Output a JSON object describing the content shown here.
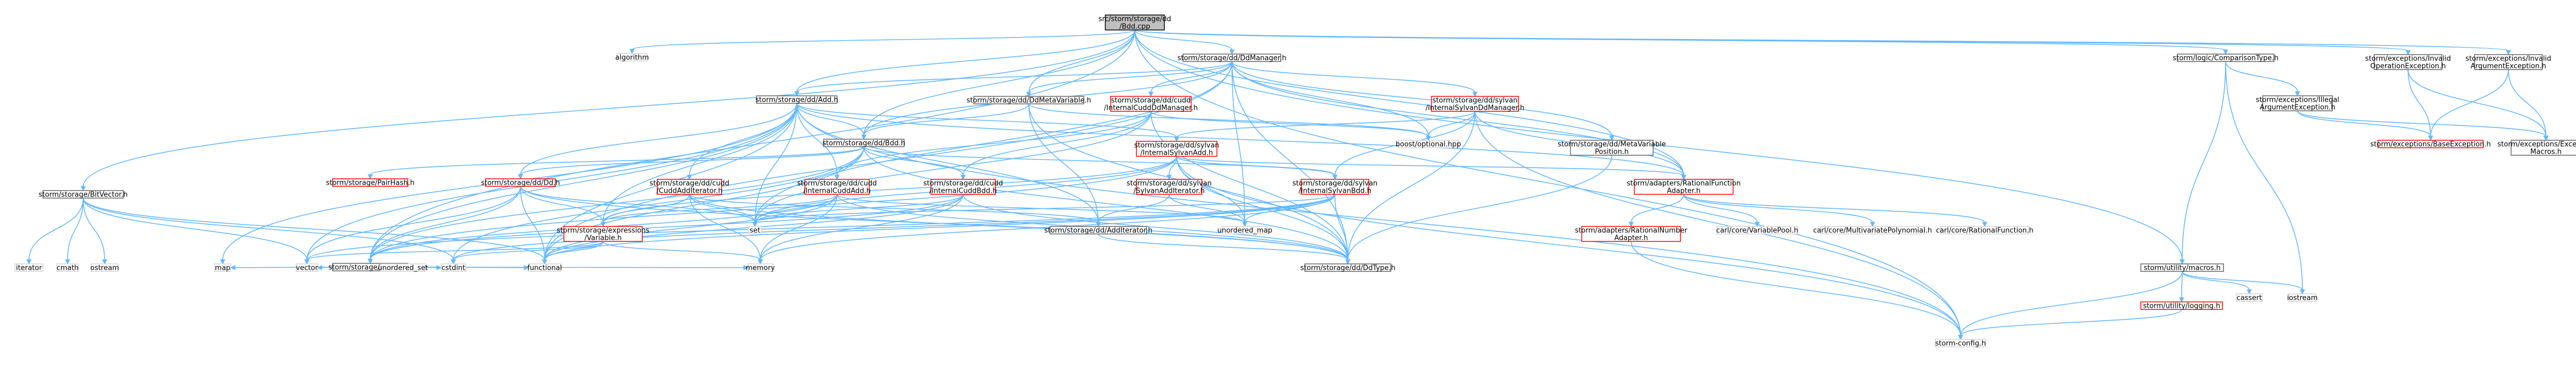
{
  "colors": {
    "edge": "#63b8ff",
    "root_fill": "#bfbfbf",
    "node_stroke": "#666666",
    "red_stroke": "#ff0000",
    "plain_stroke": "#d3d3d3"
  },
  "nodes": [
    {
      "id": "root",
      "kind": "root",
      "lines": [
        "src/storm/storage/dd",
        "/Bdd.cpp"
      ]
    },
    {
      "id": "algorithm",
      "kind": "plain",
      "lines": [
        "algorithm"
      ]
    },
    {
      "id": "ddmanager",
      "kind": "normal",
      "lines": [
        "storm/storage/dd/DdManager.h"
      ]
    },
    {
      "id": "comparisontype",
      "kind": "normal",
      "lines": [
        "storm/logic/ComparisonType.h"
      ]
    },
    {
      "id": "exc_invalidop",
      "kind": "normal",
      "lines": [
        "storm/exceptions/Invalid",
        "OperationException.h"
      ]
    },
    {
      "id": "exc_invalidarg",
      "kind": "normal",
      "lines": [
        "storm/exceptions/Invalid",
        "ArgumentException.h"
      ]
    },
    {
      "id": "add",
      "kind": "normal",
      "lines": [
        "storm/storage/dd/Add.h"
      ]
    },
    {
      "id": "ddmetavariable",
      "kind": "normal",
      "lines": [
        "storm/storage/dd/DdMetaVariable.h"
      ]
    },
    {
      "id": "internalcuddmanager",
      "kind": "red",
      "lines": [
        "storm/storage/dd/cudd",
        "/InternalCuddDdManager.h"
      ]
    },
    {
      "id": "internalsylvanmanager",
      "kind": "red",
      "lines": [
        "storm/storage/dd/sylvan",
        "/InternalSylvanDdManager.h"
      ]
    },
    {
      "id": "exc_illegalarg",
      "kind": "normal",
      "lines": [
        "storm/exceptions/Illegal",
        "ArgumentException.h"
      ]
    },
    {
      "id": "bitvector",
      "kind": "normal",
      "lines": [
        "storm/storage/BitVector.h"
      ]
    },
    {
      "id": "bdd_h",
      "kind": "normal",
      "lines": [
        "storm/storage/dd/Bdd.h"
      ]
    },
    {
      "id": "internalsylvanadd",
      "kind": "red",
      "lines": [
        "storm/storage/dd/sylvan",
        "/InternalSylvanAdd.h"
      ]
    },
    {
      "id": "boostoptional",
      "kind": "plain",
      "lines": [
        "boost/optional.hpp"
      ]
    },
    {
      "id": "metavariablepos",
      "kind": "normal",
      "lines": [
        "storm/storage/dd/MetaVariable",
        "Position.h"
      ]
    },
    {
      "id": "baseexception",
      "kind": "red",
      "lines": [
        "storm/exceptions/BaseException.h"
      ]
    },
    {
      "id": "exceptionmacros",
      "kind": "normal",
      "lines": [
        "storm/exceptions/Exception",
        "Macros.h"
      ]
    },
    {
      "id": "pairhash",
      "kind": "red",
      "lines": [
        "storm/storage/PairHash.h"
      ]
    },
    {
      "id": "dd_h",
      "kind": "red",
      "lines": [
        "storm/storage/dd/Dd.h"
      ]
    },
    {
      "id": "cuddadditerator",
      "kind": "red",
      "lines": [
        "storm/storage/dd/cudd",
        "/CuddAddIterator.h"
      ]
    },
    {
      "id": "internalcuddadd",
      "kind": "red",
      "lines": [
        "storm/storage/dd/cudd",
        "/InternalCuddAdd.h"
      ]
    },
    {
      "id": "internalcuddbdd",
      "kind": "red",
      "lines": [
        "storm/storage/dd/cudd",
        "/InternalCuddBdd.h"
      ]
    },
    {
      "id": "sylvanadditerator",
      "kind": "red",
      "lines": [
        "storm/storage/dd/sylvan",
        "/SylvanAddIterator.h"
      ]
    },
    {
      "id": "internalsylvanbdd",
      "kind": "red",
      "lines": [
        "storm/storage/dd/sylvan",
        "/InternalSylvanBdd.h"
      ]
    },
    {
      "id": "rationalfunctionadapter",
      "kind": "red",
      "lines": [
        "storm/adapters/RationalFunction",
        "Adapter.h"
      ]
    },
    {
      "id": "expressionvariable",
      "kind": "red",
      "lines": [
        "storm/storage/expressions",
        "/Variable.h"
      ]
    },
    {
      "id": "set",
      "kind": "plain",
      "lines": [
        "set"
      ]
    },
    {
      "id": "additerator",
      "kind": "normal",
      "lines": [
        "storm/storage/dd/AddIterator.h"
      ]
    },
    {
      "id": "unordered_map",
      "kind": "plain",
      "lines": [
        "unordered_map"
      ]
    },
    {
      "id": "rationalnumberadapter",
      "kind": "red",
      "lines": [
        "storm/adapters/RationalNumber",
        "Adapter.h"
      ]
    },
    {
      "id": "variablepool",
      "kind": "plain",
      "lines": [
        "carl/core/VariablePool.h"
      ]
    },
    {
      "id": "multivariatepolynomial",
      "kind": "plain",
      "lines": [
        "carl/core/MultivariatePolynomial.h"
      ]
    },
    {
      "id": "rationalfunction",
      "kind": "plain",
      "lines": [
        "carl/core/RationalFunction.h"
      ]
    },
    {
      "id": "odd",
      "kind": "normal",
      "lines": [
        "storm/storage/dd/Odd.h"
      ]
    },
    {
      "id": "iterator",
      "kind": "plain",
      "lines": [
        "iterator"
      ]
    },
    {
      "id": "cmath",
      "kind": "plain",
      "lines": [
        "cmath"
      ]
    },
    {
      "id": "ostream",
      "kind": "plain",
      "lines": [
        "ostream"
      ]
    },
    {
      "id": "map",
      "kind": "plain",
      "lines": [
        "map"
      ]
    },
    {
      "id": "vector",
      "kind": "plain",
      "lines": [
        "vector"
      ]
    },
    {
      "id": "unordered_set",
      "kind": "plain",
      "lines": [
        "unordered_set"
      ]
    },
    {
      "id": "cstdint",
      "kind": "plain",
      "lines": [
        "cstdint"
      ]
    },
    {
      "id": "functional",
      "kind": "plain",
      "lines": [
        "functional"
      ]
    },
    {
      "id": "memory",
      "kind": "plain",
      "lines": [
        "memory"
      ]
    },
    {
      "id": "ddtype",
      "kind": "normal",
      "lines": [
        "storm/storage/dd/DdType.h"
      ]
    },
    {
      "id": "macros",
      "kind": "normal",
      "lines": [
        "storm/utility/macros.h"
      ]
    },
    {
      "id": "cassert",
      "kind": "plain",
      "lines": [
        "cassert"
      ]
    },
    {
      "id": "iostream",
      "kind": "plain",
      "lines": [
        "iostream"
      ]
    },
    {
      "id": "logging",
      "kind": "red",
      "lines": [
        "storm/utility/logging.h"
      ]
    },
    {
      "id": "stormconfig",
      "kind": "plain",
      "lines": [
        "storm-config.h"
      ]
    }
  ],
  "edges": [
    [
      "root",
      "algorithm"
    ],
    [
      "root",
      "ddmanager"
    ],
    [
      "root",
      "comparisontype"
    ],
    [
      "root",
      "exc_invalidop"
    ],
    [
      "root",
      "exc_invalidarg"
    ],
    [
      "root",
      "add"
    ],
    [
      "root",
      "bdd_h"
    ],
    [
      "root",
      "ddmetavariable"
    ],
    [
      "root",
      "odd"
    ],
    [
      "root",
      "bitvector"
    ],
    [
      "root",
      "rationalfunctionadapter"
    ],
    [
      "root",
      "stormconfig"
    ],
    [
      "root",
      "macros"
    ],
    [
      "ddmanager",
      "add"
    ],
    [
      "ddmanager",
      "bdd_h"
    ],
    [
      "ddmanager",
      "ddmetavariable"
    ],
    [
      "ddmanager",
      "internalcuddmanager"
    ],
    [
      "ddmanager",
      "internalsylvanmanager"
    ],
    [
      "ddmanager",
      "boostoptional"
    ],
    [
      "ddmanager",
      "metavariablepos"
    ],
    [
      "ddmanager",
      "set"
    ],
    [
      "ddmanager",
      "unordered_map"
    ],
    [
      "ddmanager",
      "functional"
    ],
    [
      "ddmanager",
      "ddtype"
    ],
    [
      "ddmanager",
      "rationalfunctionadapter"
    ],
    [
      "comparisontype",
      "exc_illegalarg"
    ],
    [
      "comparisontype",
      "macros"
    ],
    [
      "comparisontype",
      "iostream"
    ],
    [
      "exc_invalidop",
      "baseexception"
    ],
    [
      "exc_invalidop",
      "exceptionmacros"
    ],
    [
      "exc_invalidarg",
      "baseexception"
    ],
    [
      "exc_invalidarg",
      "exceptionmacros"
    ],
    [
      "exc_illegalarg",
      "baseexception"
    ],
    [
      "exc_illegalarg",
      "exceptionmacros"
    ],
    [
      "add",
      "bdd_h"
    ],
    [
      "add",
      "dd_h"
    ],
    [
      "add",
      "internalcuddadd"
    ],
    [
      "add",
      "internalsylvanadd"
    ],
    [
      "add",
      "cuddadditerator"
    ],
    [
      "add",
      "additerator"
    ],
    [
      "add",
      "odd"
    ],
    [
      "add",
      "map"
    ],
    [
      "add",
      "functional"
    ],
    [
      "add",
      "vector"
    ],
    [
      "add",
      "set"
    ],
    [
      "add",
      "expressionvariable"
    ],
    [
      "add",
      "stormconfig"
    ],
    [
      "add",
      "rationalfunctionadapter"
    ],
    [
      "ddmetavariable",
      "bdd_h"
    ],
    [
      "ddmetavariable",
      "additerator"
    ],
    [
      "ddmetavariable",
      "ddtype"
    ],
    [
      "ddmetavariable",
      "boostoptional"
    ],
    [
      "internalcuddmanager",
      "internalcuddadd"
    ],
    [
      "internalcuddmanager",
      "internalcuddbdd"
    ],
    [
      "internalcuddmanager",
      "set"
    ],
    [
      "internalcuddmanager",
      "boostoptional"
    ],
    [
      "internalcuddmanager",
      "ddtype"
    ],
    [
      "internalsylvanmanager",
      "internalsylvanadd"
    ],
    [
      "internalsylvanmanager",
      "internalsylvanbdd"
    ],
    [
      "internalsylvanmanager",
      "boostoptional"
    ],
    [
      "internalsylvanmanager",
      "ddtype"
    ],
    [
      "internalsylvanmanager",
      "rationalfunctionadapter"
    ],
    [
      "internalsylvanmanager",
      "stormconfig"
    ],
    [
      "bitvector",
      "iterator"
    ],
    [
      "bitvector",
      "cmath"
    ],
    [
      "bitvector",
      "ostream"
    ],
    [
      "bitvector",
      "vector"
    ],
    [
      "bitvector",
      "functional"
    ],
    [
      "bitvector",
      "cstdint"
    ],
    [
      "bdd_h",
      "dd_h"
    ],
    [
      "bdd_h",
      "internalcuddbdd"
    ],
    [
      "bdd_h",
      "internalsylvanbdd"
    ],
    [
      "bdd_h",
      "pairhash"
    ],
    [
      "bdd_h",
      "odd"
    ],
    [
      "bdd_h",
      "functional"
    ],
    [
      "bdd_h",
      "cstdint"
    ],
    [
      "bdd_h",
      "ddtype"
    ],
    [
      "internalsylvanadd",
      "internalsylvanbdd"
    ],
    [
      "internalsylvanadd",
      "sylvanadditerator"
    ],
    [
      "internalsylvanadd",
      "set"
    ],
    [
      "internalsylvanadd",
      "unordered_map"
    ],
    [
      "internalsylvanadd",
      "rationalfunctionadapter"
    ],
    [
      "internalsylvanadd",
      "ddtype"
    ],
    [
      "internalsylvanadd",
      "expressionvariable"
    ],
    [
      "internalsylvanadd",
      "odd"
    ],
    [
      "internalsylvanadd",
      "stormconfig"
    ],
    [
      "metavariablepos",
      "ddtype"
    ],
    [
      "dd_h",
      "expressionvariable"
    ],
    [
      "dd_h",
      "set"
    ],
    [
      "dd_h",
      "ddtype"
    ],
    [
      "dd_h",
      "odd"
    ],
    [
      "dd_h",
      "vector"
    ],
    [
      "dd_h",
      "functional"
    ],
    [
      "cuddadditerator",
      "set"
    ],
    [
      "cuddadditerator",
      "memory"
    ],
    [
      "cuddadditerator",
      "expressionvariable"
    ],
    [
      "cuddadditerator",
      "ddtype"
    ],
    [
      "cuddadditerator",
      "additerator"
    ],
    [
      "internalcuddadd",
      "set"
    ],
    [
      "internalcuddadd",
      "memory"
    ],
    [
      "internalcuddadd",
      "functional"
    ],
    [
      "internalcuddadd",
      "ddtype"
    ],
    [
      "internalcuddadd",
      "odd"
    ],
    [
      "internalcuddadd",
      "expressionvariable"
    ],
    [
      "internalcuddadd",
      "unordered_map"
    ],
    [
      "internalcuddbdd",
      "set"
    ],
    [
      "internalcuddbdd",
      "memory"
    ],
    [
      "internalcuddbdd",
      "functional"
    ],
    [
      "internalcuddbdd",
      "ddtype"
    ],
    [
      "internalcuddbdd",
      "odd"
    ],
    [
      "sylvanadditerator",
      "additerator"
    ],
    [
      "sylvanadditerator",
      "unordered_map"
    ],
    [
      "internalsylvanbdd",
      "set"
    ],
    [
      "internalsylvanbdd",
      "unordered_map"
    ],
    [
      "internalsylvanbdd",
      "ddtype"
    ],
    [
      "internalsylvanbdd",
      "memory"
    ],
    [
      "internalsylvanbdd",
      "functional"
    ],
    [
      "internalsylvanbdd",
      "vector"
    ],
    [
      "internalsylvanbdd",
      "cstdint"
    ],
    [
      "rationalfunctionadapter",
      "rationalnumberadapter"
    ],
    [
      "rationalfunctionadapter",
      "variablepool"
    ],
    [
      "rationalfunctionadapter",
      "multivariatepolynomial"
    ],
    [
      "rationalfunctionadapter",
      "rationalfunction"
    ],
    [
      "expressionvariable",
      "vector"
    ],
    [
      "expressionvariable",
      "cstdint"
    ],
    [
      "expressionvariable",
      "memory"
    ],
    [
      "expressionvariable",
      "functional"
    ],
    [
      "additerator",
      "ddtype"
    ],
    [
      "rationalnumberadapter",
      "stormconfig"
    ],
    [
      "odd",
      "vector"
    ],
    [
      "odd",
      "map"
    ],
    [
      "odd",
      "unordered_set"
    ],
    [
      "odd",
      "functional"
    ],
    [
      "odd",
      "memory"
    ],
    [
      "odd",
      "cstdint"
    ],
    [
      "macros",
      "cassert"
    ],
    [
      "macros",
      "iostream"
    ],
    [
      "macros",
      "logging"
    ],
    [
      "macros",
      "stormconfig"
    ],
    [
      "logging",
      "stormconfig"
    ]
  ]
}
